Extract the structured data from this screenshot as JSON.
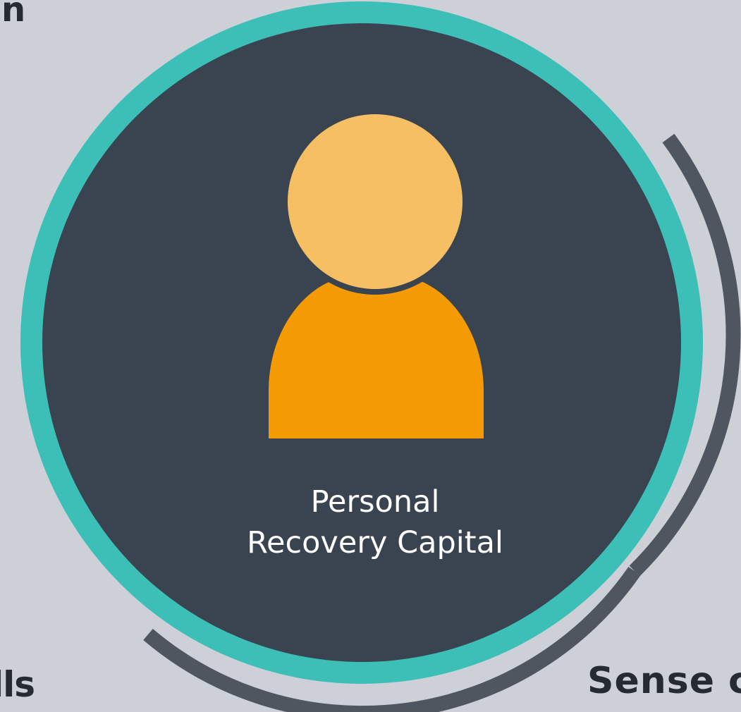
{
  "labels": {
    "top_left_fragment": "n",
    "bottom_left_fragment": "lls",
    "bottom_right_fragment": "Sense c"
  },
  "center": {
    "line1": "Personal",
    "line2": "Recovery Capital"
  },
  "colors": {
    "background": "#cdd1d7",
    "outer_ring": "#3cbfb7",
    "inner_circle": "#394450",
    "head": "#f6bf63",
    "body": "#f49a04",
    "arc": "#4f5660",
    "text_dark": "#262a31",
    "text_light": "#ffffff"
  },
  "icons": {
    "figure": "person-icon"
  }
}
